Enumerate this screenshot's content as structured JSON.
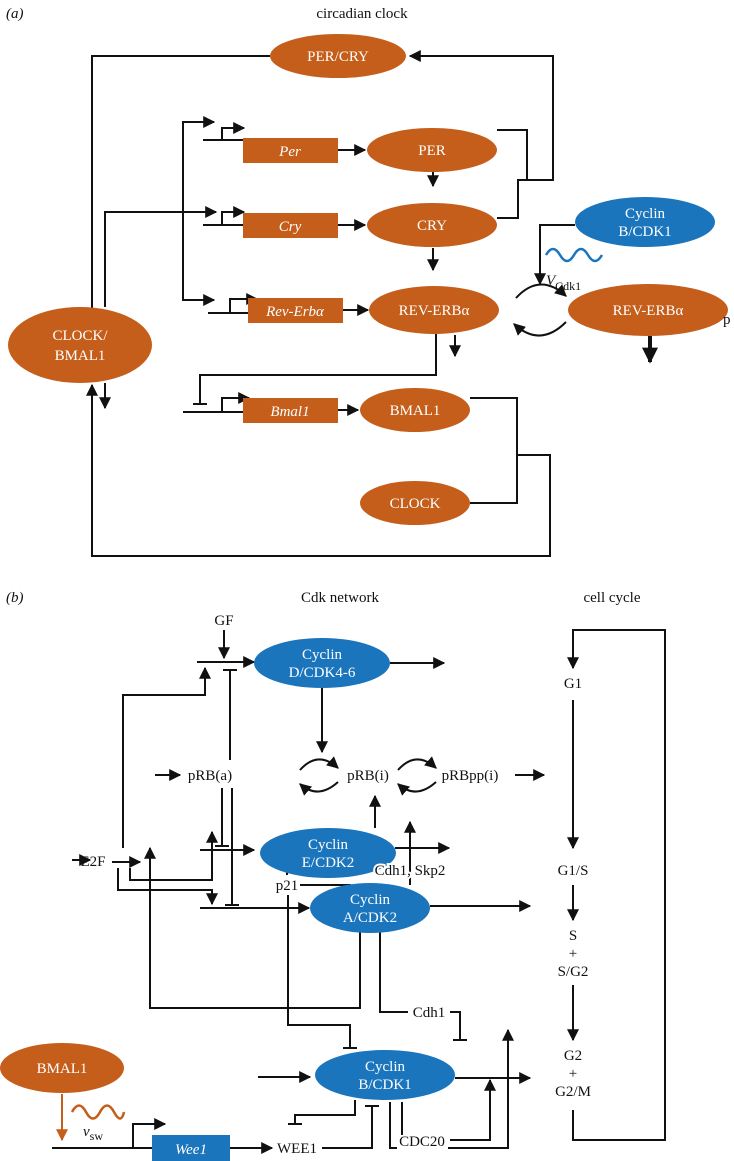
{
  "colors": {
    "clock_node": "#C45E1A",
    "cdk_node": "#1B75BC",
    "line": "#111111"
  },
  "panel_a": {
    "label": "(a)",
    "title": "circadian clock",
    "nodes": {
      "per_cry": "PER/CRY",
      "per_gene": "Per",
      "per": "PER",
      "cry_gene": "Cry",
      "cry": "CRY",
      "rev_gene": "Rev-Erbα",
      "rev": "REV-ERBα",
      "rev_p": "REV-ERBα",
      "p_suffix": "p",
      "cyclinb_line1": "Cyclin",
      "cyclinb_line2": "B/CDK1",
      "clock_bmal1_line1": "CLOCK/",
      "clock_bmal1_line2": "BMAL1",
      "bmal1_gene": "Bmal1",
      "bmal1": "BMAL1",
      "clock": "CLOCK"
    },
    "rate_label": "V",
    "rate_sub": "Cdk1"
  },
  "panel_b": {
    "label": "(b)",
    "title": "Cdk network",
    "cell_cycle_title": "cell cycle",
    "nodes": {
      "gf": "GF",
      "cycd_line1": "Cyclin",
      "cycd_line2": "D/CDK4-6",
      "prb_a": "pRB(a)",
      "prb_i": "pRB(i)",
      "prbpp_i": "pRBpp(i)",
      "e2f": "E2F",
      "cyce_line1": "Cyclin",
      "cyce_line2": "E/CDK2",
      "p21": "p21",
      "cdh1_skp2": "Cdh1, Skp2",
      "cyca_line1": "Cyclin",
      "cyca_line2": "A/CDK2",
      "cdh1": "Cdh1",
      "cycb_line1": "Cyclin",
      "cycb_line2": "B/CDK1",
      "bmal1": "BMAL1",
      "wee1_gene": "Wee1",
      "wee1": "WEE1",
      "cdc20": "CDC20"
    },
    "rate_label": "v",
    "rate_sub": "sw",
    "phases": {
      "g1": "G1",
      "g1s": "G1/S",
      "s": "S",
      "plus1": "+",
      "sg2": "S/G2",
      "g2": "G2",
      "plus2": "+",
      "g2m": "G2/M"
    }
  }
}
